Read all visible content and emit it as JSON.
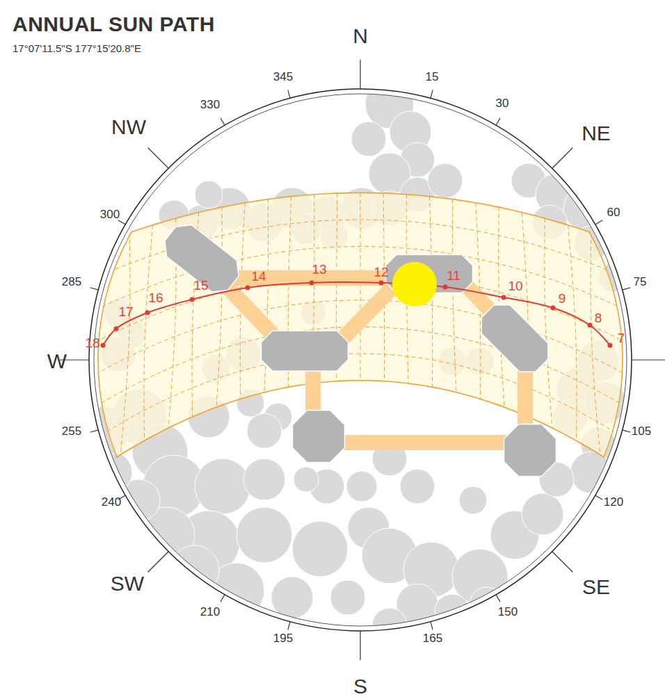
{
  "diagram": {
    "title": "ANNUAL SUN PATH",
    "labels": [
      "17°07'11.5\"S 177°15'20.8\"E",
      "N",
      "NW",
      "NE",
      "W",
      "SW",
      "SE",
      "S",
      "345",
      "15",
      "30",
      "330",
      "300",
      "60",
      "285",
      "75",
      "255",
      "105",
      "240",
      "120",
      "210",
      "150",
      "195",
      "165",
      "7",
      "8",
      "9",
      "10",
      "11",
      "12",
      "13",
      "14",
      "15",
      "16",
      "17",
      "18"
    ]
  }
}
